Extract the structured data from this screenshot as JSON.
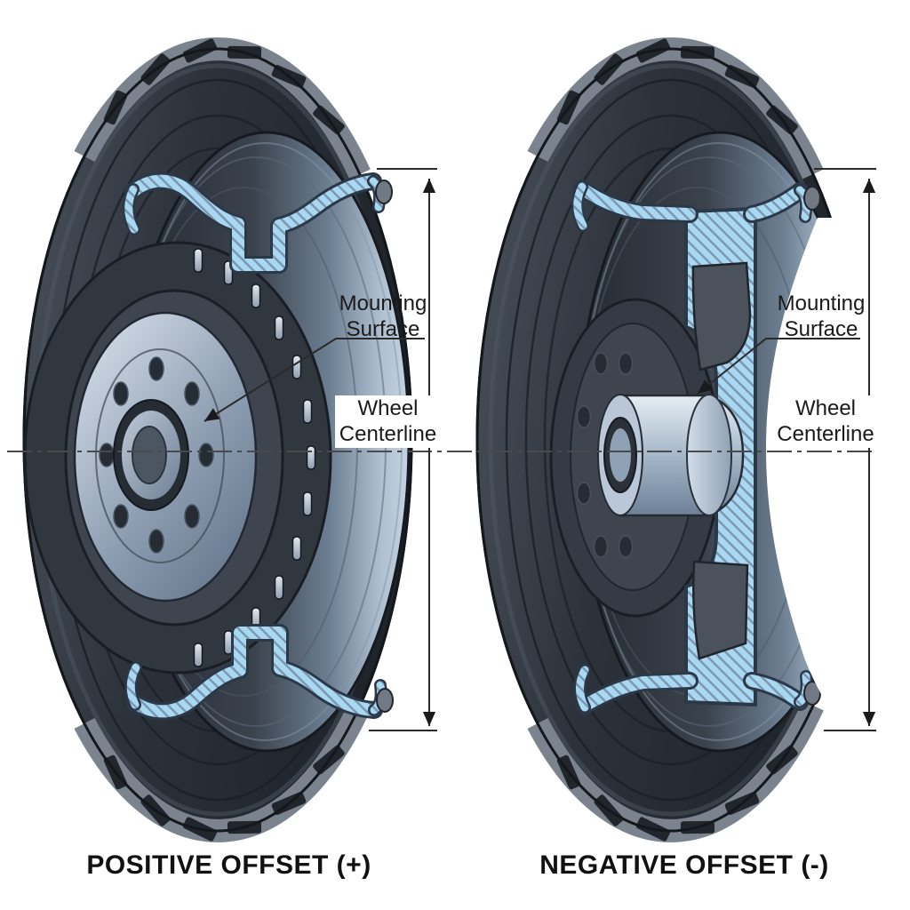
{
  "panels": [
    {
      "id": "positive-offset",
      "caption": "POSITIVE OFFSET (+)",
      "annotations": {
        "mounting_l1": "Mounting",
        "mounting_l2": "Surface",
        "center_l1": "Wheel",
        "center_l2": "Centerline"
      }
    },
    {
      "id": "negative-offset",
      "caption": "NEGATIVE OFFSET (-)",
      "annotations": {
        "mounting_l1": "Mounting",
        "mounting_l2": "Surface",
        "center_l1": "Wheel",
        "center_l2": "Centerline"
      }
    }
  ],
  "colors": {
    "section_hatch_fill": "#a9d8f2",
    "section_hatch_line": "#7b95ae",
    "section_outline": "#2b3847",
    "annotation_line": "#2a2a2a",
    "text_color": "#1a1a1a",
    "tire_dark": "#23272e",
    "tread_gray": "#7b848e",
    "steel_light": "#cdd8e4",
    "steel_mid": "#8ba0b6"
  }
}
